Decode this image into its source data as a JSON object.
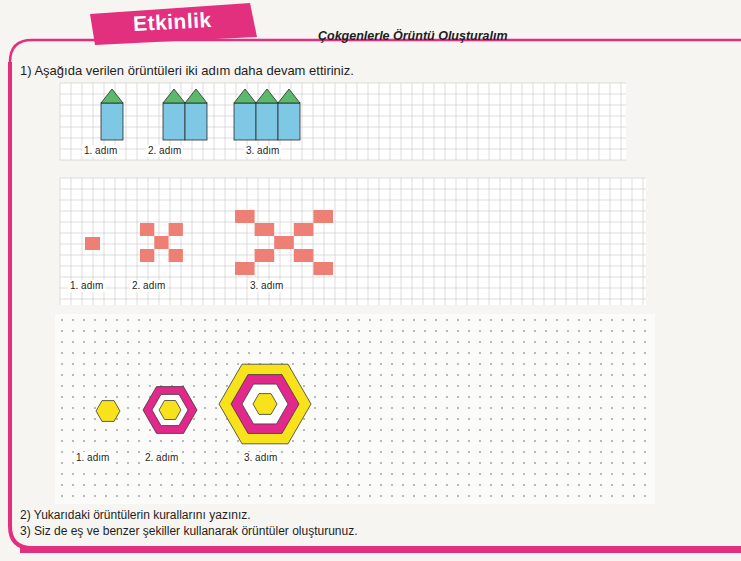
{
  "diagram": {
    "title": "Etkinlik",
    "labels": [
      "Çokgenlerle Örüntü Oluşturalım",
      "1) Aşağıda verilen örüntüleri iki adım daha devam ettiriniz.",
      "1. adım",
      "2. adım",
      "3. adım",
      "1. adım",
      "2. adım",
      "3. adım",
      "1. adım",
      "2. adım",
      "3. adım",
      "2) Yukarıdaki örüntülerin kurallarını yazınız.",
      "3) Siz de eş ve benzer şekiller kullanarak örüntüler oluşturunuz."
    ]
  }
}
